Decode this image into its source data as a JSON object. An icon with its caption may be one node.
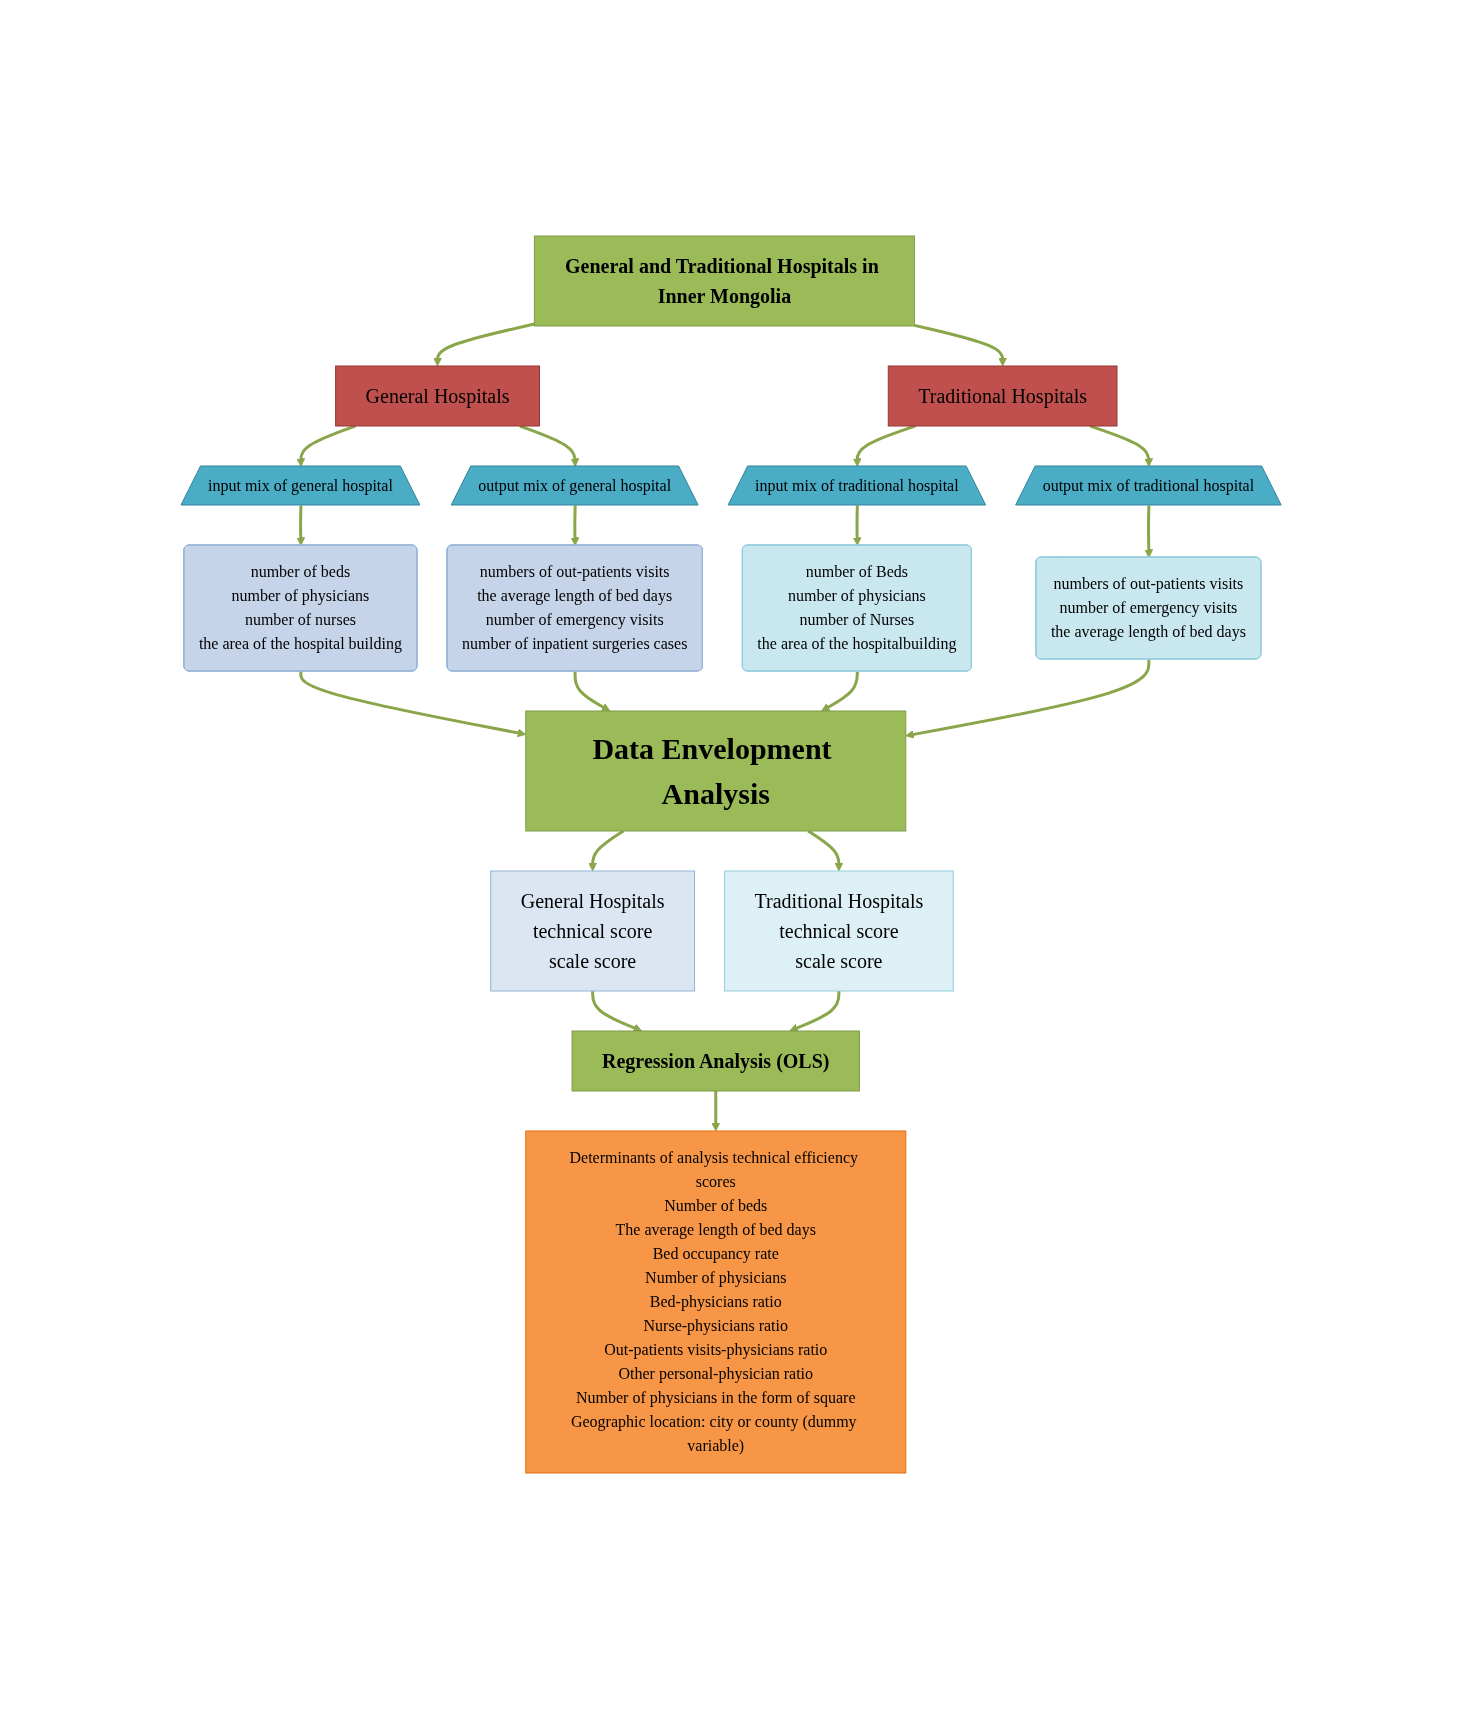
{
  "diagram": {
    "nodes": [
      {
        "text": [
          "General and Traditional Hospitals in Inner Mongolia"
        ]
      },
      {
        "text": [
          "General Hospitals"
        ]
      },
      {
        "text": [
          "Traditional Hospitals"
        ]
      },
      {
        "text": [
          "input mix of general hospital"
        ]
      },
      {
        "text": [
          "output mix of general hospital"
        ]
      },
      {
        "text": [
          "input mix of traditional hospital"
        ]
      },
      {
        "text": [
          "output mix of traditional hospital"
        ]
      },
      {
        "text": [
          "number of beds",
          "number of physicians",
          "number of nurses",
          "the area of the hospital building"
        ]
      },
      {
        "text": [
          "numbers of out-patients visits",
          "the average length of bed days",
          "number of emergency visits",
          "number of inpatient surgeries cases"
        ]
      },
      {
        "text": [
          "number of Beds",
          "number of physicians",
          "number of Nurses",
          "the area of the hospitalbuilding"
        ]
      },
      {
        "text": [
          "numbers of out-patients visits",
          "number of emergency visits",
          "the average length of bed days"
        ]
      },
      {
        "text": [
          "Data Envelopment Analysis"
        ]
      },
      {
        "text": [
          "General Hospitals",
          "technical score",
          "scale score"
        ]
      },
      {
        "text": [
          "Traditional Hospitals",
          "technical score",
          "scale score"
        ]
      },
      {
        "text": [
          "Regression Analysis (OLS)"
        ]
      },
      {
        "text": [
          "Determinants of analysis technical efficiency scores",
          "Number of beds",
          "The average length of bed days",
          "Bed occupancy rate",
          "Number of physicians",
          "Bed-physicians ratio",
          "Nurse-physicians ratio",
          "Out-patients visits-physicians ratio",
          "Other personal-physician ratio",
          "Number of physicians in the form of square",
          "Geographic location: city or county (dummy variable)"
        ]
      }
    ],
    "edges": [
      {
        "from": 0,
        "to": 1,
        "arrow": "to"
      },
      {
        "from": 0,
        "to": 2,
        "arrow": "to"
      },
      {
        "from": 1,
        "to": 3,
        "arrow": "to"
      },
      {
        "from": 1,
        "to": 4,
        "arrow": "to"
      },
      {
        "from": 2,
        "to": 5,
        "arrow": "to"
      },
      {
        "from": 2,
        "to": 6,
        "arrow": "to"
      },
      {
        "from": 3,
        "to": 7,
        "arrow": "to"
      },
      {
        "from": 4,
        "to": 8,
        "arrow": "to"
      },
      {
        "from": 5,
        "to": 9,
        "arrow": "to"
      },
      {
        "from": 6,
        "to": 10,
        "arrow": "to"
      },
      {
        "from": 7,
        "to": 11,
        "arrow": "to"
      },
      {
        "from": 8,
        "to": 11,
        "arrow": "to"
      },
      {
        "from": 9,
        "to": 11,
        "arrow": "to"
      },
      {
        "from": 10,
        "to": 11,
        "arrow": "to"
      },
      {
        "from": 11,
        "to": 12,
        "arrow": "to"
      },
      {
        "from": 11,
        "to": 13,
        "arrow": "to"
      },
      {
        "from": 12,
        "to": 14,
        "arrow": "to"
      },
      {
        "from": 13,
        "to": 14,
        "arrow": "to"
      },
      {
        "from": 14,
        "to": 15,
        "arrow": "to"
      }
    ]
  }
}
